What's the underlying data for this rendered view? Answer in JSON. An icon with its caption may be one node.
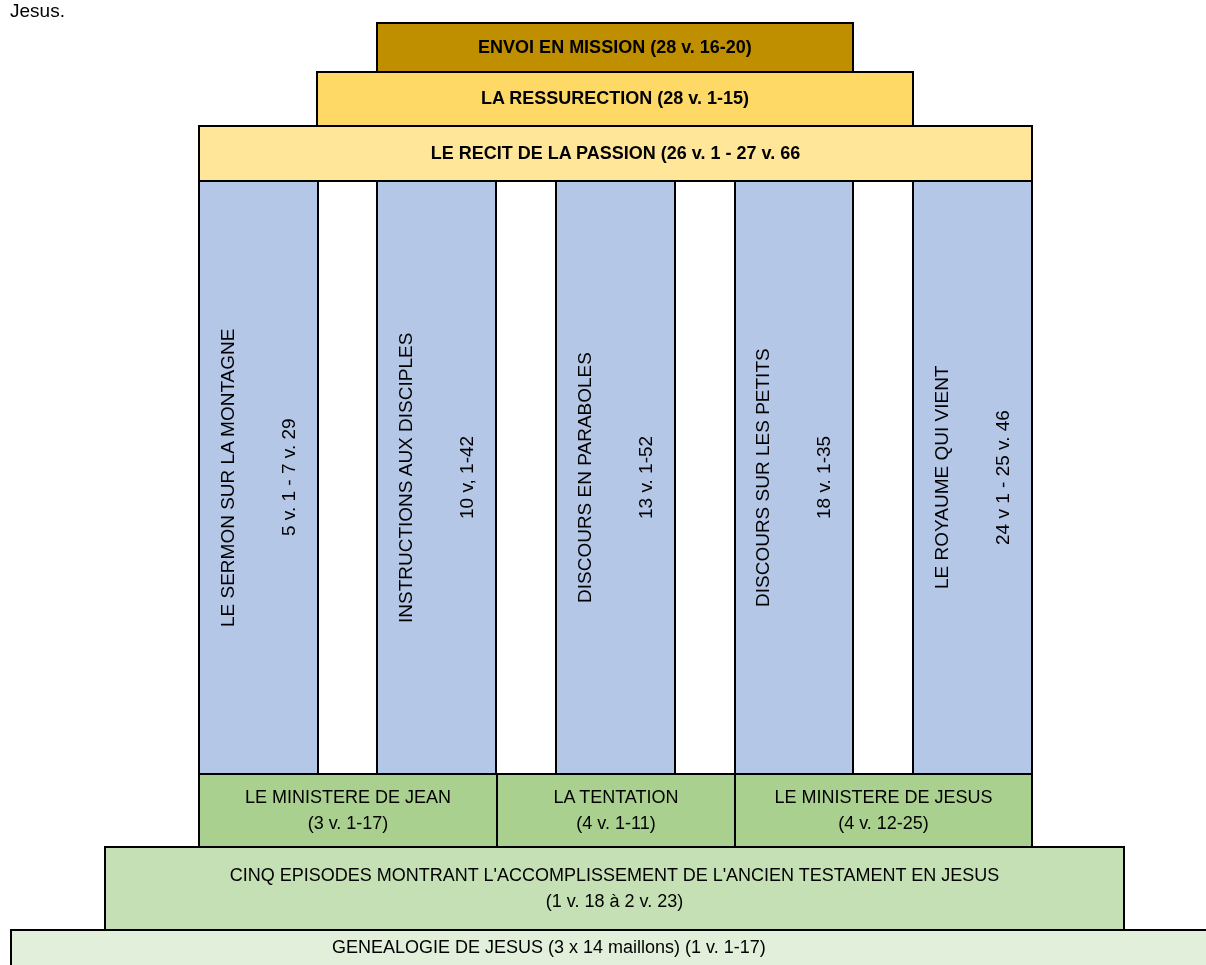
{
  "diagram": {
    "nodes": [
      {
        "text": [
          "ENVOI EN MISSION (28 v. 16-20)"
        ]
      },
      {
        "text": [
          "LA RESSURECTION (28 v. 1-15)"
        ]
      },
      {
        "text": [
          "LE RECIT DE LA PASSION (26 v. 1 - 27 v. 66"
        ]
      },
      {
        "text": [
          "LE SERMON SUR LA MONTAGNE",
          "5 v. 1 - 7 v. 29"
        ]
      },
      {
        "text": [
          "INSTRUCTIONS AUX DISCIPLES",
          "10 v, 1-42"
        ]
      },
      {
        "text": [
          "DISCOURS EN PARABOLES",
          "13 v. 1-52"
        ]
      },
      {
        "text": [
          "DISCOURS SUR LES PETITS",
          "18 v. 1-35"
        ]
      },
      {
        "text": [
          "LE ROYAUME QUI VIENT",
          "24 v 1 - 25 v. 46"
        ]
      },
      {
        "text": [
          "LE MINISTERE DE JEAN",
          "(3 v. 1-17)"
        ]
      },
      {
        "text": [
          "LA TENTATION",
          "(4 v. 1-11)"
        ]
      },
      {
        "text": [
          "LE MINISTERE DE JESUS",
          "(4 v. 12-25)"
        ]
      },
      {
        "text": [
          "CINQ EPISODES MONTRANT L'ACCOMPLISSEMENT DE L'ANCIEN TESTAMENT EN JESUS",
          "(1 v. 18 à 2 v. 23)"
        ]
      },
      {
        "text": [
          "GENEALOGIE DE JESUS (3 x 14 maillons) (1 v. 1-17)"
        ]
      }
    ],
    "labels": [
      "Jesus."
    ]
  }
}
